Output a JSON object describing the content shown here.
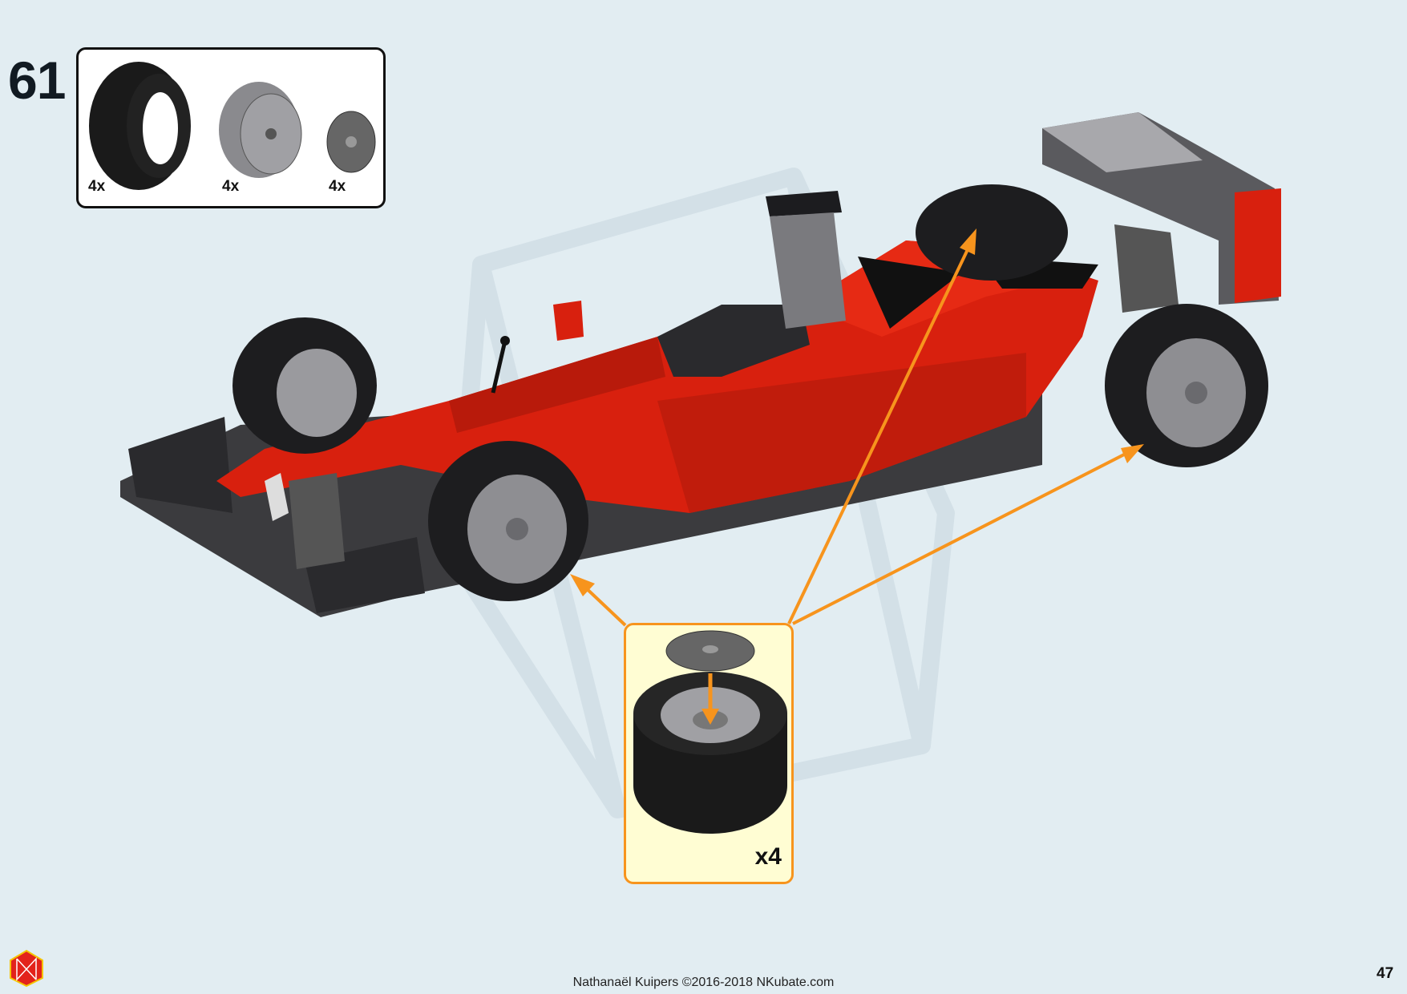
{
  "step": {
    "number": "61"
  },
  "parts_list": [
    {
      "name": "tire",
      "quantity": "4x"
    },
    {
      "name": "wheel-rim",
      "quantity": "4x"
    },
    {
      "name": "hubcap",
      "quantity": "4x"
    }
  ],
  "subassembly": {
    "multiplier": "x4"
  },
  "footer": {
    "credit": "Nathanaël Kuipers ©2016-2018 NKubate.com",
    "page_number": "47"
  },
  "colors": {
    "background": "#e2edf2",
    "callout_border": "#f7941d",
    "callout_fill": "#fffdd3",
    "car_red": "#d8200e",
    "arrow": "#f7941d"
  }
}
